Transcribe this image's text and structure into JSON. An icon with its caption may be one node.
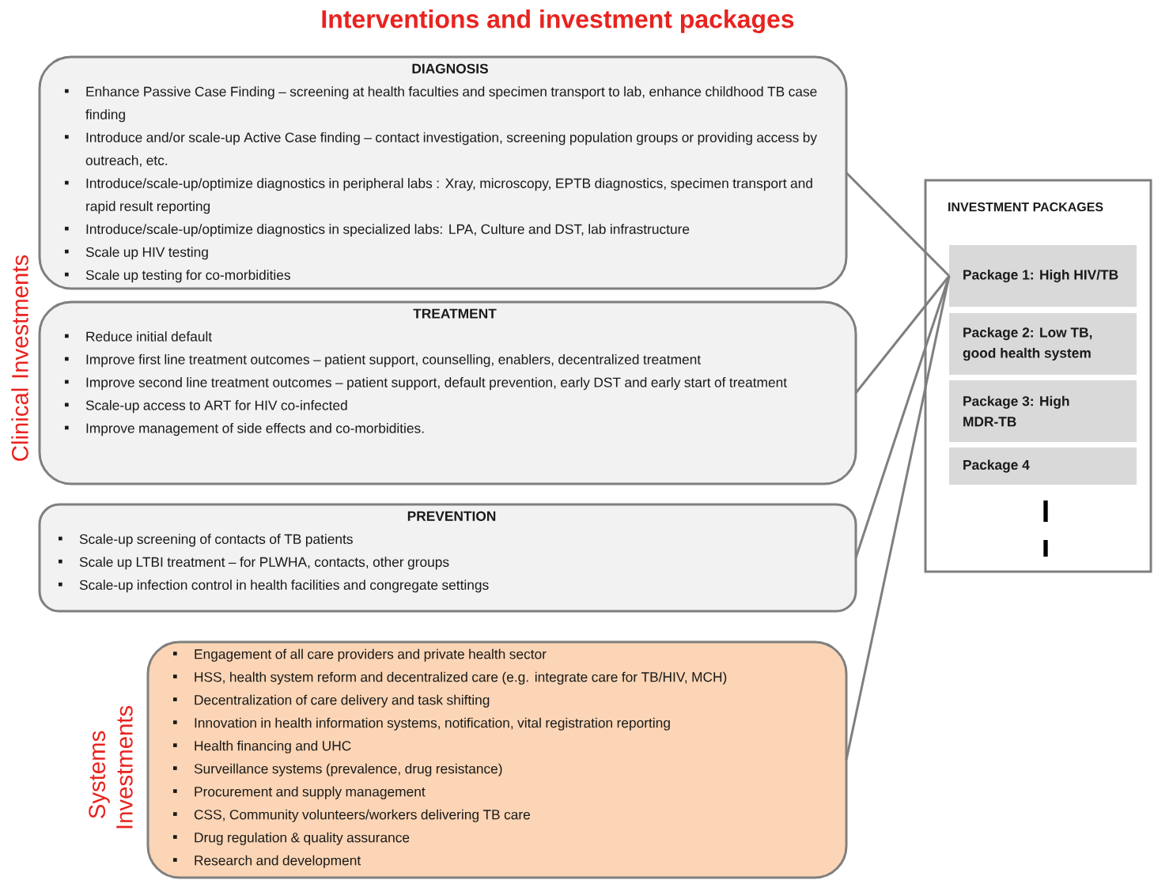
{
  "diagram": {
    "title": "Interventions and investment packages",
    "nodes": [
      {
        "text": [
          "DIAGNOSIS",
          "Enhance Passive Case Finding – screening at health faculties and specimen transport to lab, enhance childhood TB case finding",
          "Introduce and/or scale-up Active Case finding – contact investigation, screening population groups or providing access by outreach, etc.",
          "Introduce/scale-up/optimize diagnostics in peripheral labs : Xray, microscopy, EPTB diagnostics, specimen transport and rapid result reporting",
          "Introduce/scale-up/optimize diagnostics in specialized labs: LPA, Culture and DST, lab infrastructure",
          "Scale up HIV testing",
          "Scale up testing for co-morbidities"
        ]
      },
      {
        "text": [
          "TREATMENT",
          "Reduce initial default",
          "Improve first line treatment outcomes – patient support, counselling, enablers, decentralized treatment",
          "Improve second line treatment outcomes – patient support, default prevention, early DST and early start of treatment",
          "Scale-up access to ART for HIV co-infected",
          "Improve management of side effects and co-morbidities."
        ]
      },
      {
        "text": [
          "PREVENTION",
          "Scale-up screening of contacts of TB patients",
          "Scale up LTBI treatment – for PLWHA, contacts, other groups",
          "Scale-up infection control in health facilities and congregate settings"
        ]
      },
      {
        "text": [
          "Engagement of all care providers and private health sector",
          "HSS, health system reform and decentralized care (e.g. integrate care for TB/HIV, MCH)",
          "Decentralization of care delivery and task shifting",
          "Innovation in health information systems, notification, vital registration reporting",
          "Health financing and UHC",
          "Surveillance systems (prevalence, drug resistance)",
          "Procurement and supply management",
          "CSS, Community volunteers/workers delivering TB care",
          "Drug regulation & quality assurance",
          "Research and development"
        ]
      },
      {
        "text": [
          "INVESTMENT PACKAGES"
        ]
      },
      {
        "text": [
          "Package 1: High HIV/TB"
        ],
        "in": 4
      },
      {
        "text": [
          "Package 2: Low TB, good health system"
        ],
        "in": 4
      },
      {
        "text": [
          "Package 3: High MDR-TB"
        ],
        "in": 4
      },
      {
        "text": [
          "Package 4"
        ],
        "in": 4
      }
    ],
    "edges": [
      {
        "from": 0,
        "to": 5,
        "arrow": "none"
      },
      {
        "from": 1,
        "to": 5,
        "arrow": "none"
      },
      {
        "from": 2,
        "to": 5,
        "arrow": "none"
      },
      {
        "from": 3,
        "to": 5,
        "arrow": "none"
      }
    ],
    "labels": [
      "Clinical Investments",
      "Systems Investments"
    ]
  }
}
